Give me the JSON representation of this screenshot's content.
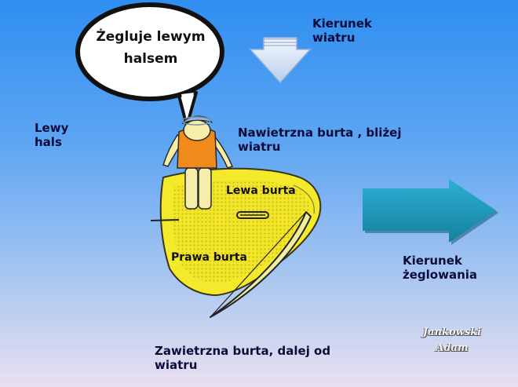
{
  "bubble": {
    "text_line1": "Żegluje lewym",
    "text_line2": "halsem"
  },
  "wind": {
    "label_line1": "Kierunek",
    "label_line2": "wiatru"
  },
  "tack": {
    "label_line1": "Lewy",
    "label_line2": "hals"
  },
  "windward": {
    "label_line1": "Nawietrzna burta , bliżej",
    "label_line2": "wiatru"
  },
  "port_side": {
    "label": "Lewa burta"
  },
  "starboard_side": {
    "label": "Prawa burta"
  },
  "sailing_direction": {
    "label_line1": "Kierunek",
    "label_line2": "żeglowania"
  },
  "leeward": {
    "label_line1": "Zawietrzna burta, dalej od",
    "label_line2": "wiatru"
  },
  "signature": {
    "line1": "Jankowski",
    "line2": "Adam"
  },
  "colors": {
    "sky_top": "#2f8ef0",
    "sky_bottom": "#e9e0f0",
    "hull": "#f4ea2c",
    "sail": "#f3eda0",
    "sailor_shirt": "#f08a1c",
    "sailor_skin": "#f6eda8",
    "arrow": "#1d97bf",
    "wind_arrow": "#cfe0f6"
  },
  "icons": [
    "speech-bubble",
    "wind-arrow-down",
    "sailing-arrow-right",
    "sailor-figure",
    "boat-hull",
    "sail",
    "tiller",
    "clip"
  ]
}
